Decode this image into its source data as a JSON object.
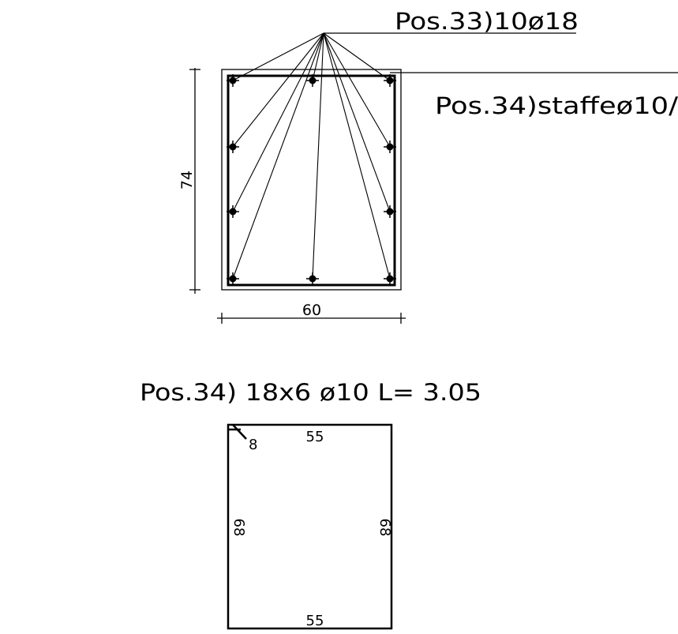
{
  "section": {
    "bars_callout": "Pos.33)10ø18",
    "stirrup_callout": "Pos.34)staffeø10/",
    "height_dim": "74",
    "width_dim": "60"
  },
  "stirrup_detail": {
    "title": "Pos.34)  18x6  ø10  L=  3.05",
    "hook_label": "8",
    "top_dim": "55",
    "bottom_dim": "55",
    "left_dim": "68",
    "right_dim": "68"
  }
}
